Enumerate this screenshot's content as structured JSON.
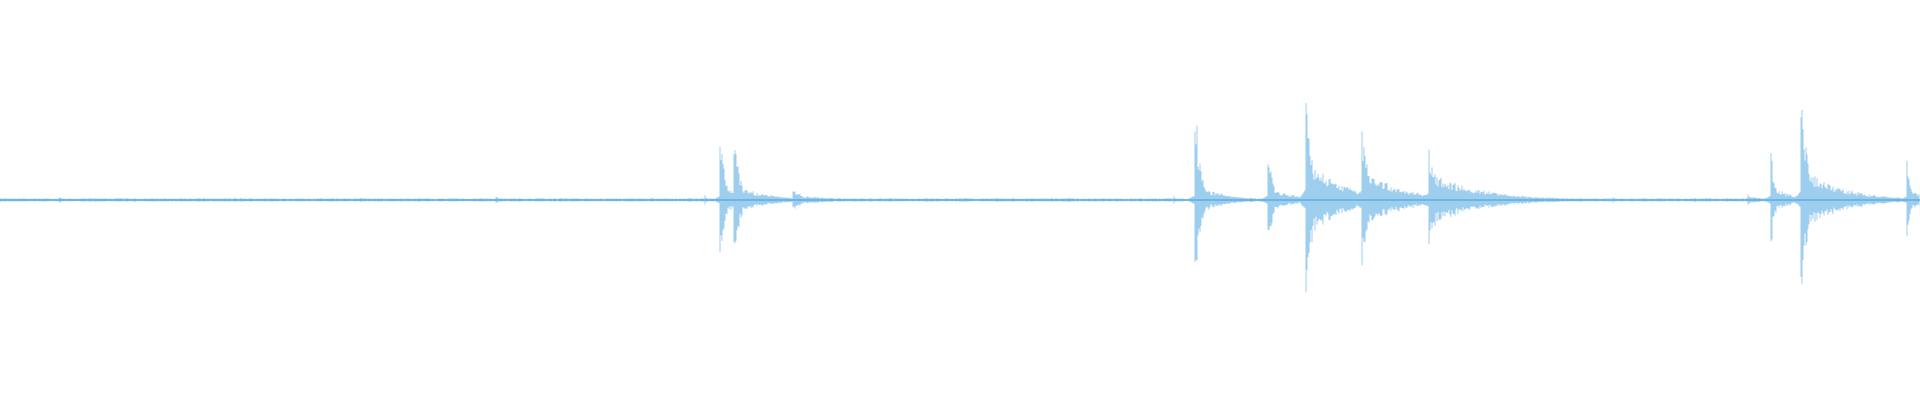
{
  "waveform": {
    "color": "#5dade2",
    "background": "#ffffff",
    "style": "mirrored-amplitude",
    "baseline_amplitude": 0.01,
    "events": [
      {
        "t": 0.0,
        "peak": 0.015,
        "decay": 0.02,
        "tail": 0.01
      },
      {
        "t": 0.031,
        "peak": 0.04,
        "decay": 0.006,
        "tail": 0.01
      },
      {
        "t": 0.258,
        "peak": 0.04,
        "decay": 0.01,
        "tail": 0.01
      },
      {
        "t": 0.367,
        "peak": 0.06,
        "decay": 0.004,
        "tail": 0.01
      },
      {
        "t": 0.375,
        "peak": 0.6,
        "decay": 0.014,
        "tail": 0.12
      },
      {
        "t": 0.382,
        "peak": 0.6,
        "decay": 0.016,
        "tail": 0.12
      },
      {
        "t": 0.413,
        "peak": 0.12,
        "decay": 0.022,
        "tail": 0.04
      },
      {
        "t": 0.611,
        "peak": 0.06,
        "decay": 0.004,
        "tail": 0.01
      },
      {
        "t": 0.622,
        "peak": 1.0,
        "decay": 0.014,
        "tail": 0.13
      },
      {
        "t": 0.66,
        "peak": 0.58,
        "decay": 0.012,
        "tail": 0.12
      },
      {
        "t": 0.68,
        "peak": 0.92,
        "decay": 0.018,
        "tail": 0.32
      },
      {
        "t": 0.709,
        "peak": 0.74,
        "decay": 0.018,
        "tail": 0.28
      },
      {
        "t": 0.744,
        "peak": 0.45,
        "decay": 0.026,
        "tail": 0.22
      },
      {
        "t": 0.84,
        "peak": 0.03,
        "decay": 0.004,
        "tail": 0.01
      },
      {
        "t": 0.91,
        "peak": 0.06,
        "decay": 0.01,
        "tail": 0.03
      },
      {
        "t": 0.922,
        "peak": 0.55,
        "decay": 0.01,
        "tail": 0.12
      },
      {
        "t": 0.938,
        "peak": 0.9,
        "decay": 0.02,
        "tail": 0.26
      },
      {
        "t": 0.993,
        "peak": 0.35,
        "decay": 0.01,
        "tail": 0.1
      }
    ]
  }
}
